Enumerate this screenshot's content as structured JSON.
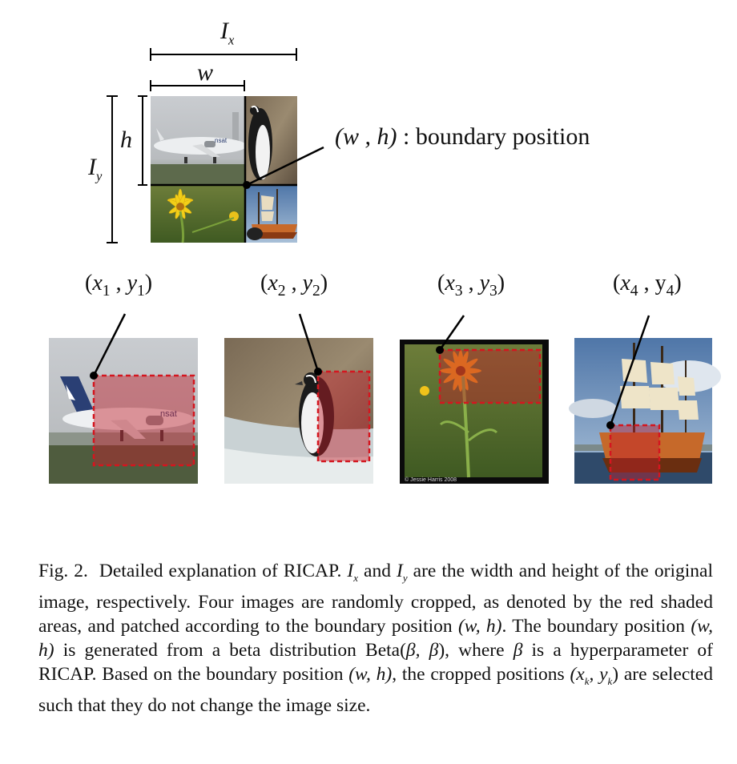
{
  "figure": {
    "dimension_labels": {
      "Ix": {
        "main": "I",
        "sub": "x"
      },
      "Iy": {
        "main": "I",
        "sub": "y"
      },
      "w": "w",
      "h": "h"
    },
    "boundary_annotation": {
      "math": "(w , h)",
      "text": " : boundary position"
    },
    "crop_labels": [
      {
        "open": "(",
        "x": "x",
        "x_sub": "1",
        "sep": " , ",
        "y": "y",
        "y_sub": "1",
        "close": ")"
      },
      {
        "open": "(",
        "x": "x",
        "x_sub": "2",
        "sep": " , ",
        "y": "y",
        "y_sub": "2",
        "close": ")"
      },
      {
        "open": "(",
        "x": "x",
        "x_sub": "3",
        "sep": " , ",
        "y": "y",
        "y_sub": "3",
        "close": ")"
      },
      {
        "open": "(",
        "x": "x",
        "x_sub": "4",
        "sep": " , ",
        "y": "y",
        "y_sub": "4",
        "close": ")"
      }
    ],
    "photo_credit": "© Jessie Harris 2008",
    "colors": {
      "crop_fill": "#c0202a",
      "crop_border": "#d4161f",
      "line": "#000000"
    },
    "photos": [
      "airplane",
      "penguin",
      "flower",
      "ship"
    ]
  },
  "caption": {
    "fig_number": "Fig. 2.",
    "part1": "Detailed explanation of RICAP. ",
    "Ix": "I",
    "Ix_sub": "x",
    "and": " and ",
    "Iy": "I",
    "Iy_sub": "y",
    "part2": " are the width and height of the original image, respectively. Four images are randomly cropped, as denoted by the red shaded areas, and patched according to the boundary position ",
    "wh1": "(w, h)",
    "part3": ". The boundary position ",
    "wh2": "(w, h)",
    "part4": " is generated from a beta distribution Beta(",
    "beta_args": "β, β",
    "part5": "), where ",
    "beta": "β",
    "part6": " is a hyperparameter of RICAP. Based on the boundary position ",
    "wh3": "(w, h)",
    "part7": ", the cropped positions ",
    "xk": "(x",
    "xk_sub": "k",
    "comma": ", y",
    "yk_sub": "k",
    "close": ")",
    "part8": " are selected such that they do not change the image size."
  }
}
